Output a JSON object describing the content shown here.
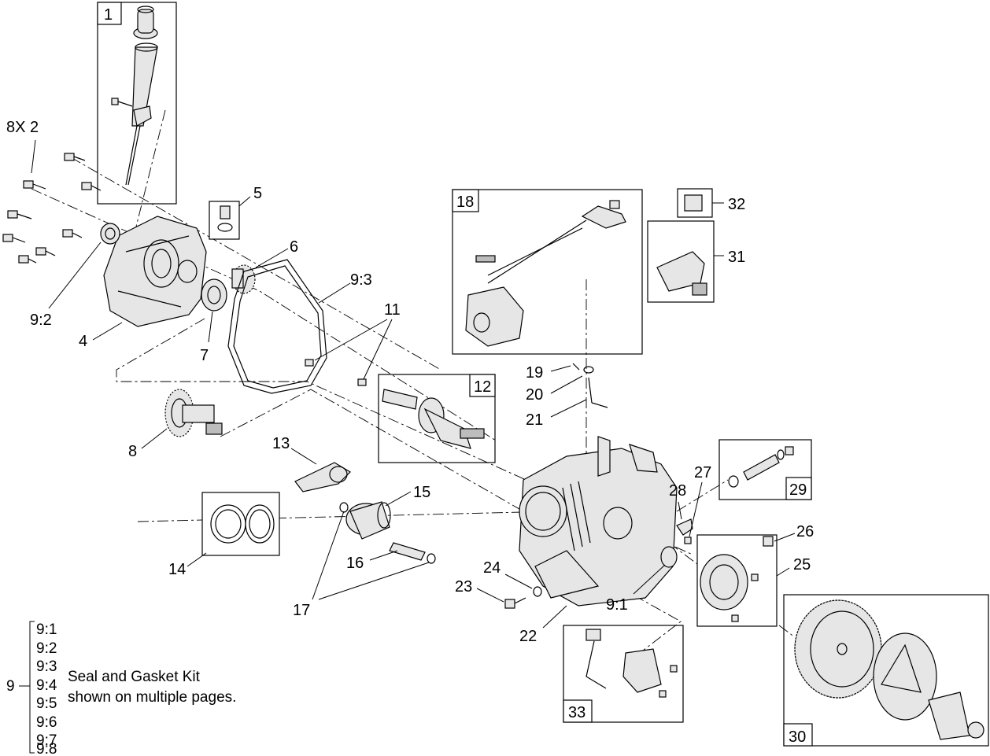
{
  "callouts": [
    {
      "id": "c1",
      "text": "1"
    },
    {
      "id": "c8x2",
      "text": "8X 2"
    },
    {
      "id": "c5",
      "text": "5"
    },
    {
      "id": "c6",
      "text": "6"
    },
    {
      "id": "c9_2",
      "text": "9:2"
    },
    {
      "id": "c4",
      "text": "4"
    },
    {
      "id": "c7",
      "text": "7"
    },
    {
      "id": "c9_3",
      "text": "9:3"
    },
    {
      "id": "c11",
      "text": "11"
    },
    {
      "id": "c8",
      "text": "8"
    },
    {
      "id": "c12",
      "text": "12"
    },
    {
      "id": "c13",
      "text": "13"
    },
    {
      "id": "c15",
      "text": "15"
    },
    {
      "id": "c14",
      "text": "14"
    },
    {
      "id": "c16",
      "text": "16"
    },
    {
      "id": "c17",
      "text": "17"
    },
    {
      "id": "c18",
      "text": "18"
    },
    {
      "id": "c19",
      "text": "19"
    },
    {
      "id": "c20",
      "text": "20"
    },
    {
      "id": "c21",
      "text": "21"
    },
    {
      "id": "c32",
      "text": "32"
    },
    {
      "id": "c31",
      "text": "31"
    },
    {
      "id": "c26",
      "text": "26"
    },
    {
      "id": "c25",
      "text": "25"
    },
    {
      "id": "c27",
      "text": "27"
    },
    {
      "id": "c28",
      "text": "28"
    },
    {
      "id": "c29",
      "text": "29"
    },
    {
      "id": "c24",
      "text": "24"
    },
    {
      "id": "c23",
      "text": "23"
    },
    {
      "id": "c9_1",
      "text": "9:1"
    },
    {
      "id": "c22",
      "text": "22"
    },
    {
      "id": "c33",
      "text": "33"
    },
    {
      "id": "c30",
      "text": "30"
    }
  ],
  "legend": {
    "group_number": "9",
    "items": [
      "9:1",
      "9:2",
      "9:3",
      "9:4",
      "9:5",
      "9:6",
      "9:7",
      "9:8"
    ],
    "description_line1": "Seal and Gasket Kit",
    "description_line2": "shown on multiple pages."
  },
  "colors": {
    "ink": "#000000",
    "background": "#ffffff",
    "part_fill": "#e6e6e6",
    "part_shade": "#bdbdbd"
  }
}
